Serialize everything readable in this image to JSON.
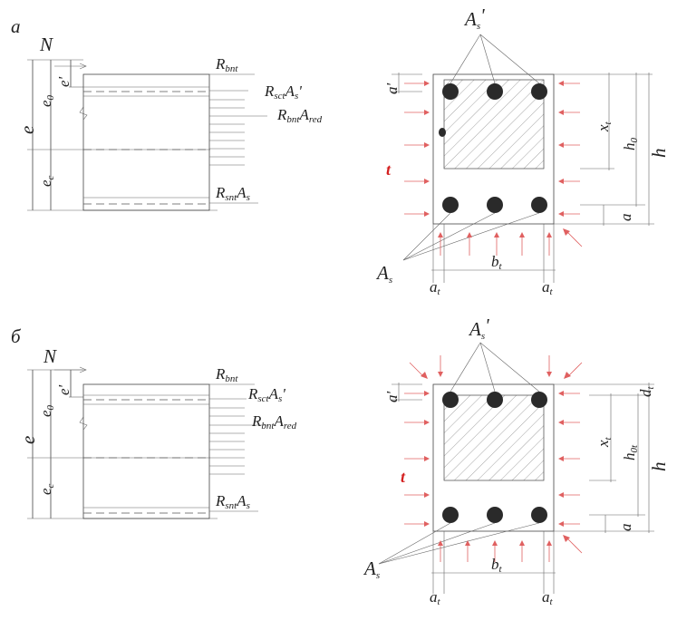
{
  "panels": [
    {
      "label": "а",
      "N": "N",
      "e": "e",
      "e0": "e",
      "e0_sub": "0",
      "ep": "e'",
      "ec": "e",
      "ec_sub": "c",
      "R1": "R",
      "R1_sub": "bnt",
      "R2": "R",
      "R2_sub": "sct",
      "R2_b": "A",
      "R2_bsub": "s",
      "R2_prime": "'",
      "R3": "R",
      "R3_sub": "bnt",
      "R3_b": "A",
      "R3_bsub": "red",
      "R4": "R",
      "R4_sub": "snt",
      "R4_b": "A",
      "R4_bsub": "s",
      "As_top": "A",
      "As_top_sub": "s",
      "As_top_prime": "'",
      "As_bot": "A",
      "As_bot_sub": "s",
      "ap": "a'",
      "xt": "x",
      "xt_sub": "t",
      "h0": "h",
      "h0_sub": "0",
      "h": "h",
      "a": "a",
      "t": "t",
      "bt": "b",
      "bt_sub": "t",
      "at": "a",
      "at_sub": "t"
    },
    {
      "label": "б",
      "N": "N",
      "e": "e",
      "e0": "e",
      "e0_sub": "0",
      "ep": "e'",
      "ec": "e",
      "ec_sub": "c",
      "R1": "R",
      "R1_sub": "bnt",
      "R2": "R",
      "R2_sub": "sct",
      "R2_b": "A",
      "R2_bsub": "s",
      "R2_prime": "'",
      "R3": "R",
      "R3_sub": "bnt",
      "R3_b": "A",
      "R3_bsub": "red",
      "R4": "R",
      "R4_sub": "snt",
      "R4_b": "A",
      "R4_bsub": "s",
      "As_top": "A",
      "As_top_sub": "s",
      "As_top_prime": "'",
      "As_bot": "A",
      "As_bot_sub": "s",
      "ap": "a'",
      "xt": "x",
      "xt_sub": "t",
      "h0": "h",
      "h0_sub": "0t",
      "h": "h",
      "a": "a",
      "dt": "d",
      "dt_sub": "t",
      "t": "t",
      "bt": "b",
      "bt_sub": "t",
      "at": "a",
      "at_sub": "t"
    }
  ]
}
